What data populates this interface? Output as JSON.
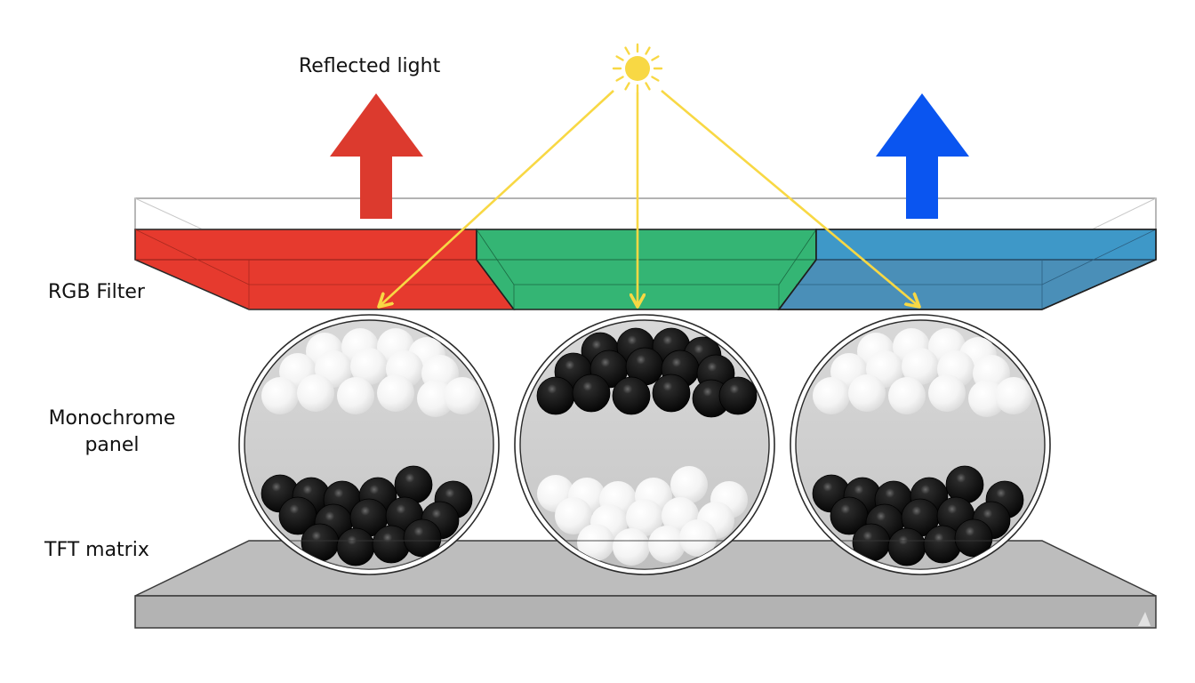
{
  "title": "Color e-paper display structure",
  "labels": {
    "reflected_light": "Reflected light",
    "rgb_filter": "RGB Filter",
    "monochrome_panel_line1": "Monochrome",
    "monochrome_panel_line2": "panel",
    "tft_matrix": "TFT matrix"
  },
  "colors": {
    "red_filter": "#e63a2e",
    "green_filter": "#34b574",
    "blue_filter": "#3e98c8",
    "red_arrow": "#dc3a2e",
    "blue_arrow": "#0a55f0",
    "sun": "#f8d844",
    "light_ray": "#f8d844",
    "tft": "#b8b8b8",
    "capsule_fill": "#cfcfcf"
  },
  "filter_segments": [
    {
      "name": "red",
      "color_key": "red_filter"
    },
    {
      "name": "green",
      "color_key": "green_filter"
    },
    {
      "name": "blue",
      "color_key": "blue_filter"
    }
  ],
  "reflected_arrows": [
    {
      "name": "red",
      "color_key": "red_arrow"
    },
    {
      "name": "blue",
      "color_key": "blue_arrow"
    }
  ],
  "light_rays": [
    "left",
    "center",
    "right"
  ],
  "capsules": [
    {
      "name": "left",
      "top": "white",
      "bottom": "black"
    },
    {
      "name": "center",
      "top": "black",
      "bottom": "white"
    },
    {
      "name": "right",
      "top": "white",
      "bottom": "black"
    }
  ]
}
